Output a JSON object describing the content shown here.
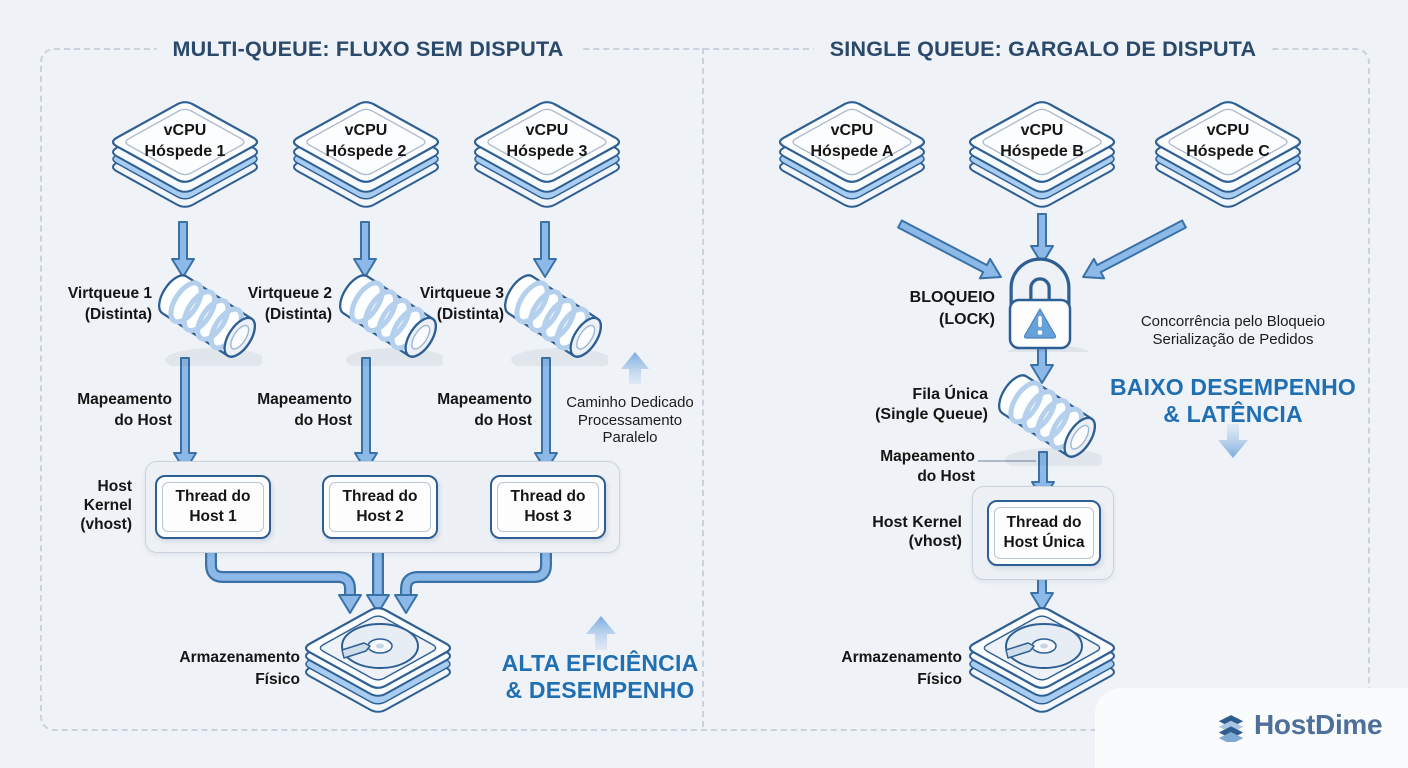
{
  "panels": {
    "left": {
      "title": "MULTI-QUEUE: FLUXO SEM DISPUTA",
      "vcpus": [
        {
          "line1": "vCPU",
          "line2": "Hóspede 1"
        },
        {
          "line1": "vCPU",
          "line2": "Hóspede 2"
        },
        {
          "line1": "vCPU",
          "line2": "Hóspede 3"
        }
      ],
      "virtqueues": [
        {
          "line1": "Virtqueue 1",
          "line2": "(Distinta)"
        },
        {
          "line1": "Virtqueue 2",
          "line2": "(Distinta)"
        },
        {
          "line1": "Virtqueue 3",
          "line2": "(Distinta)"
        }
      ],
      "mapping": {
        "line1": "Mapeamento",
        "line2": "do Host"
      },
      "path_note": {
        "line1": "Caminho Dedicado",
        "line2": "Processamento",
        "line3": "Paralelo"
      },
      "host_kernel": {
        "line1": "Host",
        "line2": "Kernel",
        "line3": "(vhost)"
      },
      "threads": [
        {
          "line1": "Thread do",
          "line2": "Host 1"
        },
        {
          "line1": "Thread do",
          "line2": "Host 2"
        },
        {
          "line1": "Thread do",
          "line2": "Host 3"
        }
      ],
      "storage": {
        "line1": "Armazenamento",
        "line2": "Físico"
      },
      "benefit": {
        "line1": "ALTA EFICIÊNCIA",
        "line2": "& DESEMPENHO"
      }
    },
    "right": {
      "title": "SINGLE QUEUE: GARGALO DE DISPUTA",
      "vcpus": [
        {
          "line1": "vCPU",
          "line2": "Hóspede A"
        },
        {
          "line1": "vCPU",
          "line2": "Hóspede B"
        },
        {
          "line1": "vCPU",
          "line2": "Hóspede C"
        }
      ],
      "lock": {
        "line1": "BLOQUEIO",
        "line2": "(LOCK)"
      },
      "contention_note": {
        "line1": "Concorrência pelo Bloqueio",
        "line2": "Serialização de Pedidos"
      },
      "drawback": {
        "line1": "BAIXO DESEMPENHO",
        "line2": "& LATÊNCIA"
      },
      "queue": {
        "line1": "Fila Única",
        "line2": "(Single Queue)"
      },
      "mapping": {
        "line1": "Mapeamento",
        "line2": "do Host"
      },
      "host_kernel": {
        "line1": "Host Kernel",
        "line2": "(vhost)"
      },
      "thread": {
        "line1": "Thread do",
        "line2": "Host Única"
      },
      "storage": {
        "line1": "Armazenamento",
        "line2": "Físico"
      }
    }
  },
  "brand": {
    "name": "HostDime"
  },
  "colors": {
    "background": "#eff2f6",
    "title_navy": "#2b4a6b",
    "accent_blue": "#1f6fb2",
    "arrow_fill": "#8cb9e7",
    "arrow_stroke": "#3a72a8",
    "shape_outline": "#2e5f94",
    "shape_stripe": "#a9cdf0",
    "dashed_border": "#c9d2dd"
  }
}
